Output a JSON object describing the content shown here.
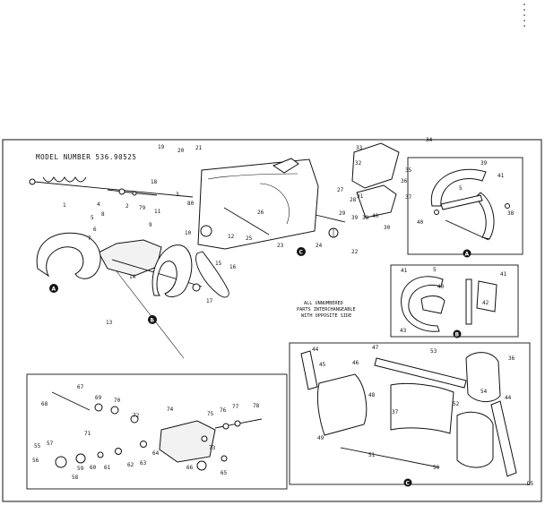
{
  "diagram": {
    "model_number": "MODEL NUMBER 536.90525",
    "note_lines": [
      "ALL UNNUMBERED",
      "PARTS INTERCHANGEABLE",
      "WITH OPPOSITE SIDE"
    ],
    "page_code": "D5",
    "section_letters": [
      "A",
      "B",
      "C"
    ],
    "ink_color": "#111111",
    "main_labels": [
      "1",
      "2",
      "3",
      "4",
      "5",
      "6",
      "7",
      "8",
      "9",
      "10",
      "11",
      "12",
      "13",
      "14",
      "15",
      "16",
      "17",
      "18",
      "19",
      "20",
      "21",
      "22",
      "23",
      "24",
      "25",
      "26",
      "27",
      "28",
      "29",
      "30",
      "31",
      "32",
      "33",
      "34",
      "35",
      "36",
      "37",
      "38",
      "39",
      "40",
      "41",
      "42",
      "43",
      "44",
      "45",
      "46",
      "47",
      "48",
      "49",
      "50",
      "51",
      "52",
      "53",
      "54",
      "55",
      "56",
      "57",
      "58",
      "59",
      "60",
      "61",
      "62",
      "63",
      "64",
      "65",
      "66",
      "67",
      "68",
      "69",
      "70",
      "71",
      "72",
      "73",
      "74",
      "75",
      "76",
      "77",
      "78",
      "79",
      "80"
    ]
  }
}
